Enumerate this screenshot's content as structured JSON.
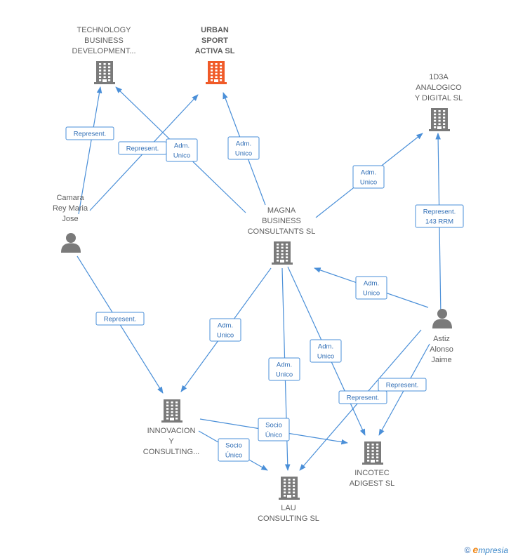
{
  "nodes": [
    {
      "id": "tbd",
      "label": "TECHNOLOGY\nBUSINESS\nDEVELOPMENT...",
      "kind": "company",
      "highlight": false
    },
    {
      "id": "urban",
      "label": "URBAN\nSPORT\nACTIVA SL",
      "kind": "company",
      "highlight": true
    },
    {
      "id": "d1",
      "label": "1D3A\nANALOGICO\nY DIGITAL SL",
      "kind": "company",
      "highlight": false
    },
    {
      "id": "camara",
      "label": "Camara\nRey Maria\nJose",
      "kind": "person",
      "highlight": false
    },
    {
      "id": "magna",
      "label": "MAGNA\nBUSINESS\nCONSULTANTS SL",
      "kind": "company",
      "highlight": false
    },
    {
      "id": "astiz",
      "label": "Astiz\nAlonso\nJaime",
      "kind": "person",
      "highlight": false
    },
    {
      "id": "innov",
      "label": "INNOVACION\nY\nCONSULTING...",
      "kind": "company",
      "highlight": false
    },
    {
      "id": "incotec",
      "label": "INCOTEC\nADIGEST SL",
      "kind": "company",
      "highlight": false
    },
    {
      "id": "lau",
      "label": "LAU\nCONSULTING SL",
      "kind": "company",
      "highlight": false
    }
  ],
  "edges": [
    {
      "from": "camara",
      "to": "tbd",
      "label": [
        "Represent."
      ]
    },
    {
      "from": "camara",
      "to": "urban",
      "label": [
        "Represent."
      ]
    },
    {
      "from": "magna",
      "to": "tbd",
      "label": [
        "Adm.",
        "Unico"
      ]
    },
    {
      "from": "magna",
      "to": "urban",
      "label": [
        "Adm.",
        "Unico"
      ]
    },
    {
      "from": "magna",
      "to": "d1",
      "label": [
        "Adm.",
        "Unico"
      ]
    },
    {
      "from": "astiz",
      "to": "d1",
      "label": [
        "Represent.",
        "143 RRM"
      ]
    },
    {
      "from": "astiz",
      "to": "magna",
      "label": [
        "Adm.",
        "Unico"
      ]
    },
    {
      "from": "camara",
      "to": "innov",
      "label": [
        "Represent."
      ]
    },
    {
      "from": "magna",
      "to": "innov",
      "label": [
        "Adm.",
        "Unico"
      ]
    },
    {
      "from": "magna",
      "to": "lau",
      "label": [
        "Adm.",
        "Unico"
      ]
    },
    {
      "from": "magna",
      "to": "incotec",
      "label": [
        "Adm.",
        "Unico"
      ]
    },
    {
      "from": "astiz",
      "to": "incotec",
      "label": [
        "Represent."
      ]
    },
    {
      "from": "astiz",
      "to": "lau",
      "label": [
        "Represent."
      ]
    },
    {
      "from": "innov",
      "to": "incotec",
      "label": [
        "Socio",
        "Único"
      ]
    },
    {
      "from": "innov",
      "to": "lau",
      "label": [
        "Socio",
        "Único"
      ]
    }
  ],
  "colors": {
    "edge": "#4a8fd8",
    "company_icon": "#7a7a7a",
    "company_icon_highlight": "#f05a28",
    "person_icon": "#7a7a7a"
  },
  "footer": {
    "copyright": "©",
    "brand_initial": "e",
    "brand_rest": "mpresia"
  }
}
